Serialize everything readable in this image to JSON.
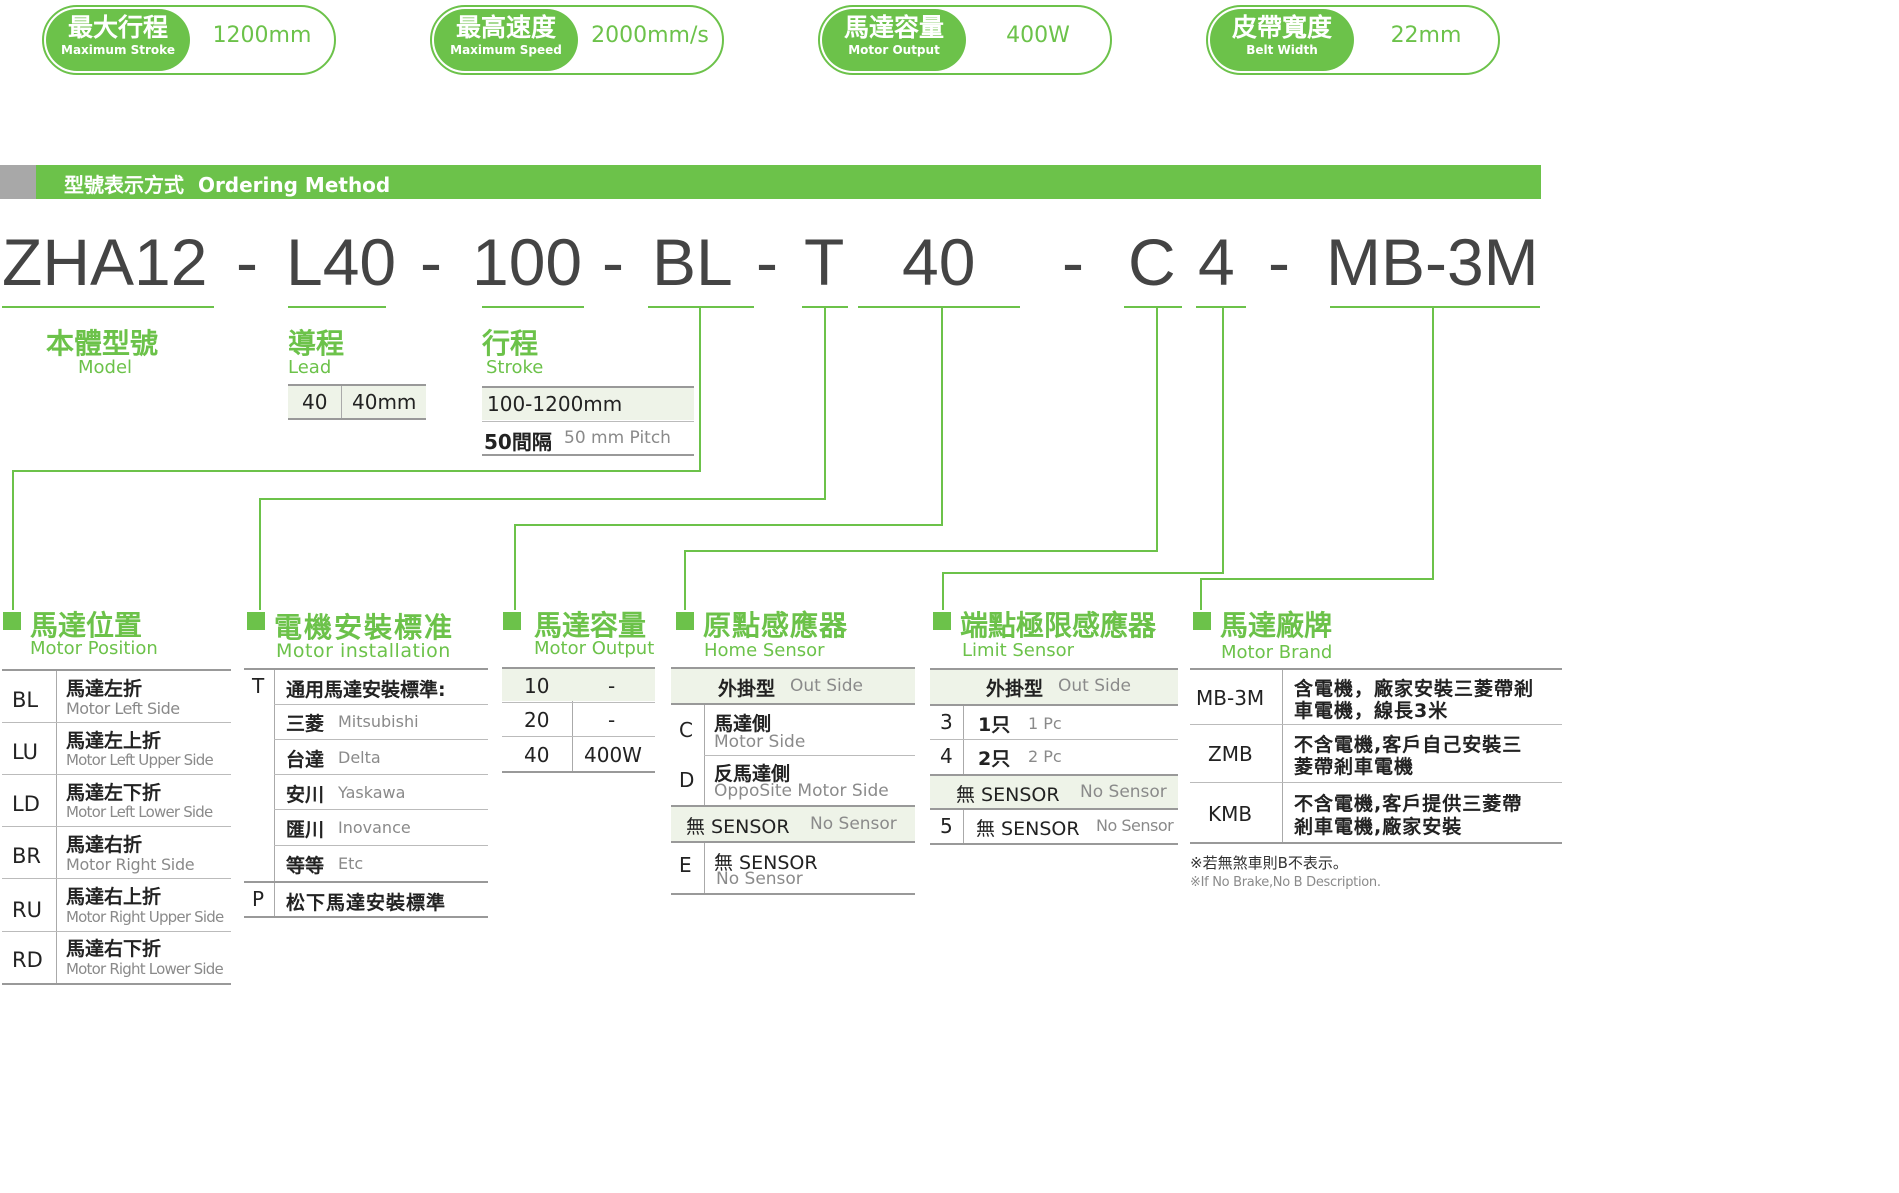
{
  "specs": [
    {
      "zh": "最大行程",
      "en": "Maximum Stroke",
      "value": "1200mm"
    },
    {
      "zh": "最高速度",
      "en": "Maximum Speed",
      "value": "2000mm/s"
    },
    {
      "zh": "馬達容量",
      "en": "Motor Output",
      "value": "400W"
    },
    {
      "zh": "皮帶寬度",
      "en": "Belt Width",
      "value": "22mm"
    }
  ],
  "banner": {
    "zh": "型號表示方式",
    "en": "Ordering Method"
  },
  "code": {
    "model": "ZHA12",
    "d1": "-",
    "lead": "L40",
    "d2": "-",
    "stroke": "100",
    "d3": "-",
    "position": "BL",
    "d4": "-",
    "install": "T",
    "output": "40",
    "d5": "-",
    "home": "C",
    "limit": "4",
    "d6": "-",
    "brand": "MB-3M"
  },
  "model": {
    "zh": "本體型號",
    "en": "Model"
  },
  "lead": {
    "zh": "導程",
    "en": "Lead",
    "code": "40",
    "value": "40mm"
  },
  "stroke": {
    "zh": "行程",
    "en": "Stroke",
    "range": "100-1200mm",
    "pitch_zh": "50間隔",
    "pitch_en": "50 mm Pitch"
  },
  "position": {
    "zh": "馬達位置",
    "en": "Motor Position",
    "rows": [
      {
        "code": "BL",
        "zh": "馬達左折",
        "en": "Motor Left Side"
      },
      {
        "code": "LU",
        "zh": "馬達左上折",
        "en": "Motor Left Upper Side"
      },
      {
        "code": "LD",
        "zh": "馬達左下折",
        "en": "Motor Left Lower Side"
      },
      {
        "code": "BR",
        "zh": "馬達右折",
        "en": "Motor Right Side"
      },
      {
        "code": "RU",
        "zh": "馬達右上折",
        "en": "Motor Right Upper Side"
      },
      {
        "code": "RD",
        "zh": "馬達右下折",
        "en": "Motor Right Lower Side"
      }
    ]
  },
  "install": {
    "zh": "電機安裝標准",
    "en": "Motor installation",
    "t_code": "T",
    "t_label": "通用馬達安裝標準:",
    "brands": [
      {
        "zh": "三菱",
        "en": "Mitsubishi"
      },
      {
        "zh": "台達",
        "en": "Delta"
      },
      {
        "zh": "安川",
        "en": "Yaskawa"
      },
      {
        "zh": "匯川",
        "en": "Inovance"
      },
      {
        "zh": "等等",
        "en": "Etc"
      }
    ],
    "p_code": "P",
    "p_label": "松下馬達安裝標準"
  },
  "output": {
    "zh": "馬達容量",
    "en": "Motor Output",
    "rows": [
      {
        "code": "10",
        "value": "-"
      },
      {
        "code": "20",
        "value": "-"
      },
      {
        "code": "40",
        "value": "400W"
      }
    ]
  },
  "home": {
    "zh": "原點感應器",
    "en": "Home Sensor",
    "header_zh": "外掛型",
    "header_en": "Out Side",
    "c_code": "C",
    "c_zh": "馬達側",
    "c_en": "Motor Side",
    "d_code": "D",
    "d_zh": "反馬達側",
    "d_en": "OppoSite Motor Side",
    "mid_zh": "無 SENSOR",
    "mid_en": "No Sensor",
    "e_code": "E",
    "e_zh": "無 SENSOR",
    "e_en": "No Sensor"
  },
  "limit": {
    "zh": "端點極限感應器",
    "en": "Limit Sensor",
    "header_zh": "外掛型",
    "header_en": "Out Side",
    "r3_code": "3",
    "r3_zh": "1只",
    "r3_en": "1 Pc",
    "r4_code": "4",
    "r4_zh": "2只",
    "r4_en": "2 Pc",
    "mid_zh": "無 SENSOR",
    "mid_en": "No Sensor",
    "r5_code": "5",
    "r5_zh": "無 SENSOR",
    "r5_en": "No Sensor"
  },
  "brand": {
    "zh": "馬達廠牌",
    "en": "Motor Brand",
    "rows": [
      {
        "code": "MB-3M",
        "l1": "含電機，廠家安裝三菱帶剎",
        "l2": "車電機，線長3米"
      },
      {
        "code": "ZMB",
        "l1": "不含電機,客戶自己安裝三",
        "l2": "菱帶剎車電機"
      },
      {
        "code": "KMB",
        "l1": "不含電機,客戶提供三菱帶",
        "l2": "剎車電機,廠家安裝"
      }
    ],
    "note_zh": "※若無煞車則B不表示。",
    "note_en": "※If No Brake,No B Description."
  },
  "colors": {
    "accent": "#6cc24a",
    "banner_grey": "#a8a8a8"
  }
}
